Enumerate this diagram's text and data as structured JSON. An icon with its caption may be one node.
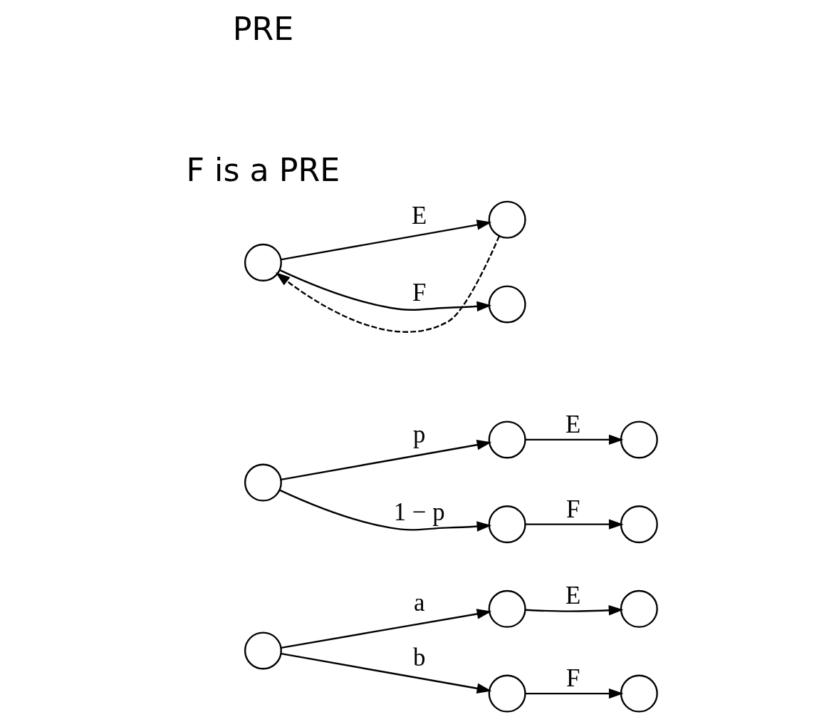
{
  "diagram": {
    "nodes": [
      {
        "text": [],
        "shape": "circle"
      },
      {
        "text": [],
        "shape": "circle"
      },
      {
        "text": [],
        "shape": "circle"
      },
      {
        "text": [],
        "shape": "circle"
      },
      {
        "text": [],
        "shape": "circle"
      },
      {
        "text": [],
        "shape": "circle"
      },
      {
        "text": [],
        "shape": "circle"
      },
      {
        "text": [],
        "shape": "circle"
      },
      {
        "text": [],
        "shape": "circle"
      },
      {
        "text": [],
        "shape": "circle"
      },
      {
        "text": [],
        "shape": "circle"
      },
      {
        "text": [],
        "shape": "circle"
      },
      {
        "text": [],
        "shape": "circle"
      }
    ],
    "edges": [
      {
        "from": 0,
        "to": 1,
        "arrow": "to",
        "label": "a"
      },
      {
        "from": 0,
        "to": 3,
        "arrow": "to",
        "label": "b"
      },
      {
        "from": 1,
        "to": 2,
        "arrow": "to",
        "label": "E"
      },
      {
        "from": 3,
        "to": 4,
        "arrow": "to",
        "label": "F"
      },
      {
        "from": 5,
        "to": 6,
        "arrow": "to",
        "label": "p"
      },
      {
        "from": 5,
        "to": 8,
        "arrow": "to",
        "label": "1 − p"
      },
      {
        "from": 6,
        "to": 7,
        "arrow": "to",
        "label": "E"
      },
      {
        "from": 8,
        "to": 9,
        "arrow": "to",
        "label": "F"
      },
      {
        "from": 10,
        "to": 11,
        "arrow": "to",
        "label": "E"
      },
      {
        "from": 10,
        "to": 12,
        "arrow": "to",
        "label": "F"
      },
      {
        "from": 11,
        "to": 10,
        "arrow": "to",
        "style": "dashed"
      }
    ],
    "labels": [
      "PRE",
      "F is a PRE"
    ]
  }
}
